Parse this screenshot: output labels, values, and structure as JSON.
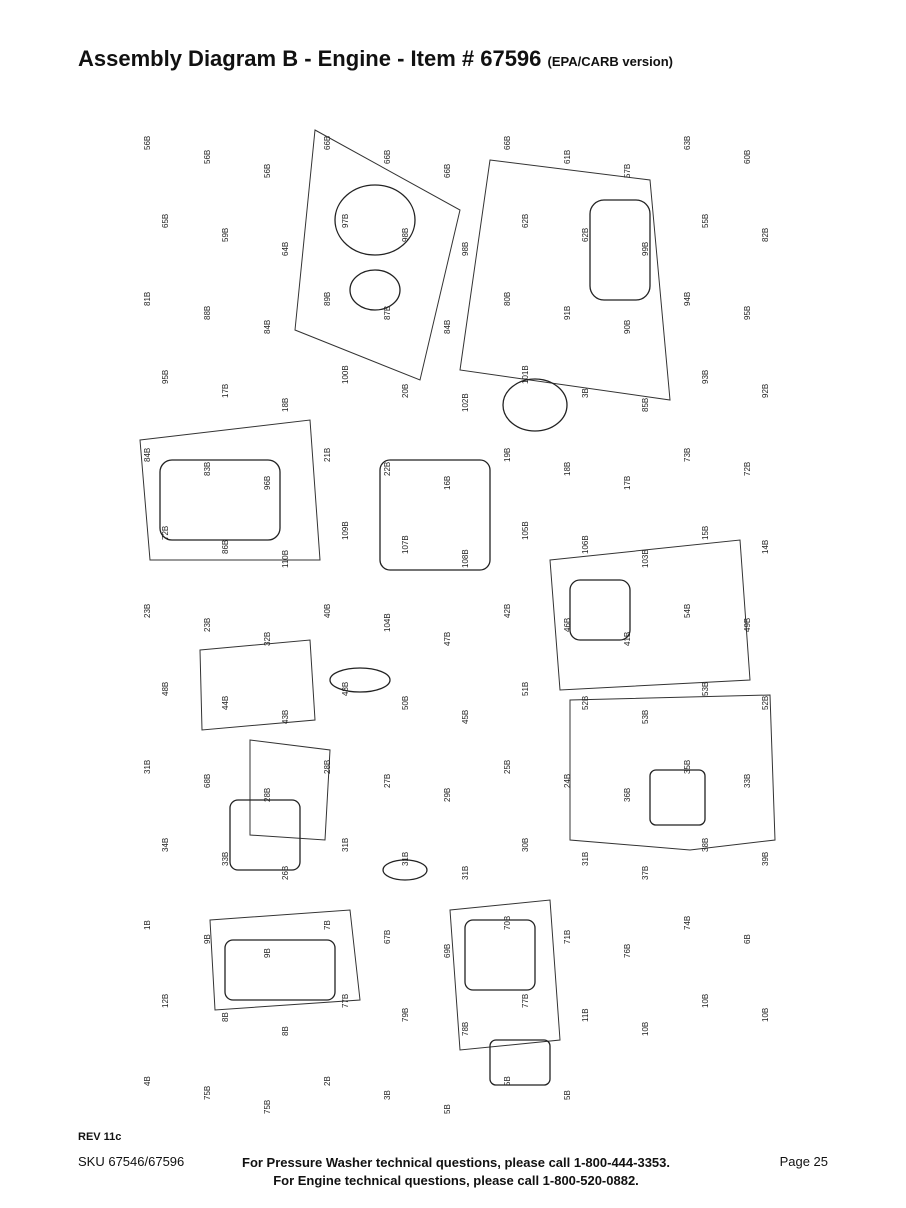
{
  "header": {
    "title": "Assembly Diagram B - Engine - Item # 67596",
    "subtitle": "(EPA/CARB version)"
  },
  "diagram": {
    "callouts": [
      "56B",
      "56B",
      "56B",
      "66B",
      "66B",
      "66B",
      "66B",
      "61B",
      "57B",
      "63B",
      "60B",
      "65B",
      "59B",
      "64B",
      "97B",
      "98B",
      "98B",
      "62B",
      "62B",
      "99B",
      "55B",
      "82B",
      "81B",
      "88B",
      "84B",
      "89B",
      "87B",
      "84B",
      "80B",
      "91B",
      "90B",
      "94B",
      "95B",
      "95B",
      "17B",
      "18B",
      "100B",
      "20B",
      "102B",
      "101B",
      "3B",
      "85B",
      "93B",
      "92B",
      "84B",
      "83B",
      "96B",
      "21B",
      "22B",
      "16B",
      "19B",
      "18B",
      "17B",
      "73B",
      "72B",
      "72B",
      "86B",
      "110B",
      "109B",
      "107B",
      "108B",
      "105B",
      "106B",
      "103B",
      "15B",
      "14B",
      "23B",
      "23B",
      "32B",
      "40B",
      "104B",
      "47B",
      "42B",
      "46B",
      "41B",
      "54B",
      "49B",
      "48B",
      "44B",
      "43B",
      "48B",
      "50B",
      "45B",
      "51B",
      "52B",
      "53B",
      "53B",
      "52B",
      "31B",
      "68B",
      "28B",
      "28B",
      "27B",
      "29B",
      "25B",
      "24B",
      "36B",
      "35B",
      "33B",
      "34B",
      "33B",
      "26B",
      "31B",
      "31B",
      "31B",
      "30B",
      "31B",
      "37B",
      "38B",
      "39B",
      "1B",
      "9B",
      "9B",
      "7B",
      "67B",
      "69B",
      "70B",
      "71B",
      "76B",
      "74B",
      "6B",
      "12B",
      "8B",
      "8B",
      "77B",
      "79B",
      "78B",
      "77B",
      "11B",
      "10B",
      "10B",
      "10B",
      "4B",
      "75B",
      "75B",
      "2B",
      "3B",
      "5B",
      "5B",
      "5B"
    ]
  },
  "footer": {
    "rev": "REV 11c",
    "sku": "SKU 67546/67596",
    "line1": "For Pressure Washer technical questions, please call 1-800-444-3353.",
    "line2": "For Engine technical questions, please call 1-800-520-0882.",
    "page": "Page 25"
  }
}
